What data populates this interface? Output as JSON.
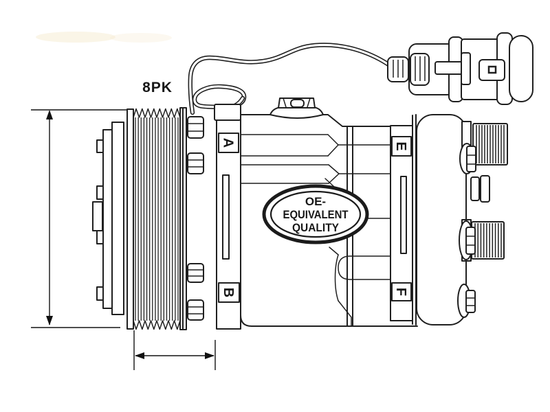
{
  "labels": {
    "belt": "8PK",
    "port_a": "A",
    "port_b": "B",
    "port_e": "E",
    "port_f": "F"
  },
  "badge": {
    "line1": "OE-",
    "line2": "EQUIVALENT",
    "line3": "QUALITY"
  },
  "colors": {
    "background": "#ffffff",
    "line": "#1f1f1f"
  }
}
